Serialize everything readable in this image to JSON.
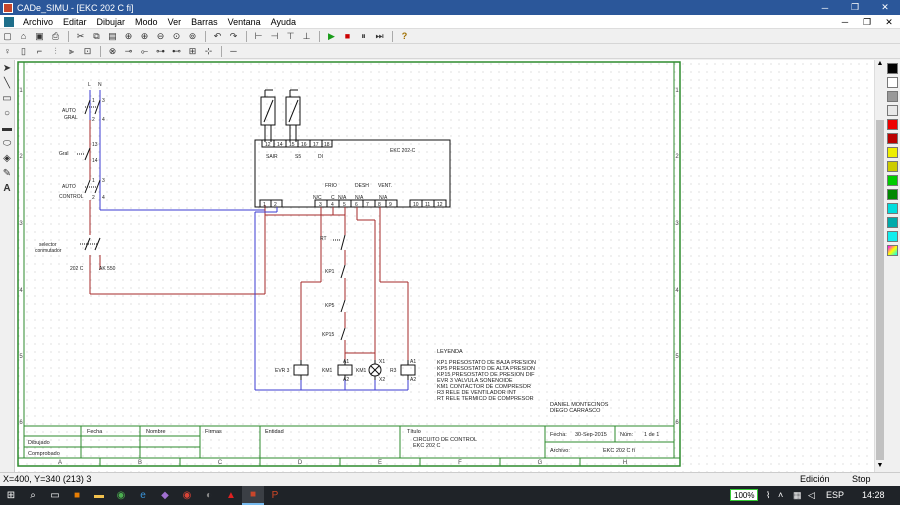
{
  "window": {
    "title": "CADe_SIMU - [EKC 202 C fi]",
    "minimize": "─",
    "maximize": "❐",
    "close": "✕"
  },
  "menu": [
    "Archivo",
    "Editar",
    "Dibujar",
    "Modo",
    "Ver",
    "Barras",
    "Ventana",
    "Ayuda"
  ],
  "mdi": {
    "minimize": "─",
    "restore": "❐",
    "close": "✕"
  },
  "drawing": {
    "labels": {
      "L": "L",
      "N": "N",
      "auto_gral_1": "AUTO",
      "auto_gral_2": "GRAL",
      "gral": "Gral",
      "auto_ctrl_1": "AUTO",
      "auto_ctrl_2": "CONTROL",
      "selector_1": "selector",
      "selector_2": "conmutador",
      "c202": "202 C",
      "ak550": "AK 550",
      "t1": "1",
      "t3": "3",
      "t2": "2",
      "t4": "4",
      "t13": "13",
      "t14": "14",
      "sair": "SAIR",
      "s5": "S5",
      "di": "DI",
      "ekc": "EKC 202-C",
      "frio": "FRIO",
      "desh": "DESH",
      "vent": "VENT.",
      "nc": "N/C",
      "c": "C",
      "na1": "N/A",
      "na2": "N/A",
      "na3": "N/A",
      "rt": "RT",
      "kp1": "KP1",
      "kp5": "KP5",
      "kp15": "KP15",
      "evr3": "EVR 3",
      "km1": "KM1",
      "km1b": "KM1",
      "r3": "R3",
      "a1": "A1",
      "a2": "A2",
      "x1": "X1",
      "x2": "X2",
      "leyenda": "LEYENDA",
      "leg1": "KP1 PRESOSTATO DE BAJA PRESION",
      "leg2": "KP5 PRESOSTATO DE ALTA PRESION",
      "leg3": "KP15 PRESOSTATO DE PRESION DIF",
      "leg4": "EVR 3 VALVULA SONENOIDE",
      "leg5": "KM1 CONTACTOR DE COMPRESOR",
      "leg6": "R3 RELE DE VENTILADOR INT",
      "leg7": "RT RELE TERMICO DE COMPRESOR",
      "author1": "DANIEL MONTECINOS",
      "author2": "DIEGO CARRASCO"
    },
    "terminals_top": [
      "12",
      "14",
      "15",
      "16",
      "17",
      "18"
    ],
    "terminals_left": [
      "1",
      "2"
    ],
    "terminals_mid": [
      "3",
      "4",
      "5",
      "6",
      "7",
      "8",
      "9"
    ],
    "terminals_right": [
      "10",
      "11",
      "12"
    ],
    "title_block": {
      "fecha": "Fecha",
      "nombre": "Nombre",
      "firmas": "Firmas",
      "entidad": "Entidad",
      "titulo": "Título",
      "titulo_value_1": "CIRCUITO DE CONTROL",
      "titulo_value_2": "EKC 202 C",
      "fecha_label": "Fecha:",
      "fecha_value": "30-Sep-2015",
      "num_label": "Núm:",
      "num_value": "1 de 1",
      "dibujado": "Dibujado",
      "comprobado": "Comprobado",
      "archivo_label": "Archivo:",
      "archivo_value": "EKC 202 C fi"
    },
    "col_labels": [
      "A",
      "B",
      "C",
      "D",
      "E",
      "F",
      "G",
      "H"
    ],
    "row_labels": [
      "1",
      "2",
      "3",
      "4",
      "5",
      "6"
    ]
  },
  "status": {
    "coords": "X=400, Y=340 (213) 3",
    "mode": "Edición",
    "state": "Stop"
  },
  "taskbar": {
    "battery": "100%",
    "lang": "ESP",
    "time": "14:28"
  },
  "colors": {
    "wire_red": "#a52a2a",
    "wire_blue": "#3b3bd1",
    "frame_green": "#2e8b2e",
    "titlebar": "#2b579a"
  }
}
